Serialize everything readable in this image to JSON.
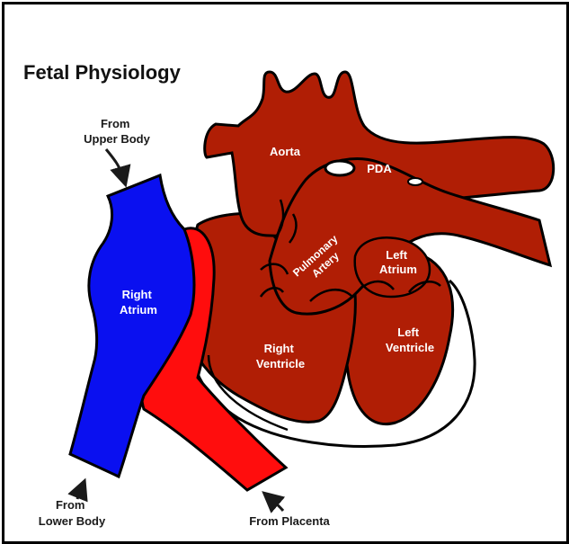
{
  "title": "Fetal Physiology",
  "colors": {
    "heart": "#b01e05",
    "deoxygenated": "#0a10f0",
    "oxygenated": "#ff0d0d",
    "outline": "#000000",
    "text_on_heart": "#ffffff",
    "text_outside": "#1a1a1a"
  },
  "labels": {
    "from_upper_body": [
      "From",
      "Upper Body"
    ],
    "from_lower_body": [
      "From",
      "Lower Body"
    ],
    "from_placenta": "From Placenta",
    "aorta": "Aorta",
    "pda": "PDA",
    "pulmonary_artery": [
      "Pulmonary",
      "Artery"
    ],
    "left_atrium": [
      "Left",
      "Atrium"
    ],
    "right_atrium": [
      "Right",
      "Atrium"
    ],
    "right_ventricle": [
      "Right",
      "Ventricle"
    ],
    "left_ventricle": [
      "Left",
      "Ventricle"
    ]
  }
}
